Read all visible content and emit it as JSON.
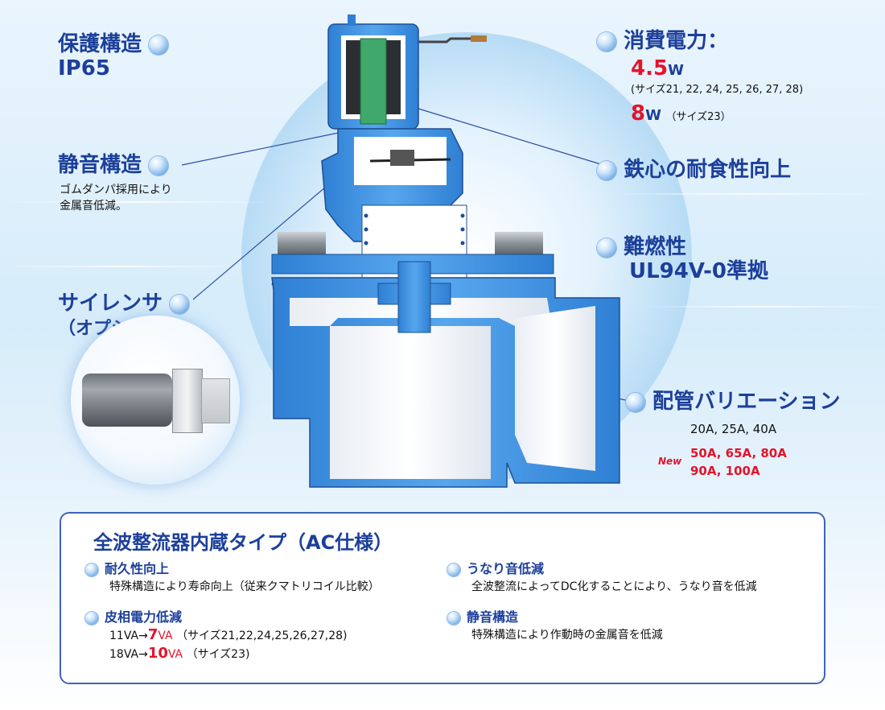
{
  "labels": {
    "protection": {
      "title": "保護構造",
      "value": "IP65"
    },
    "silent": {
      "title": "静音構造",
      "line1": "ゴムダンパ採用により",
      "line2": "金属音低減。"
    },
    "silencer": {
      "title": "サイレンサ",
      "sub": "（オプション）"
    },
    "power": {
      "title": "消費電力：",
      "value1": "4.5",
      "unit1": "W",
      "note1": "(サイズ21, 22, 24, 25, 26, 27, 28)",
      "value2": "8",
      "unit2": "W",
      "note2": "（サイズ23）"
    },
    "corrosion": {
      "title": "鉄心の耐食性向上"
    },
    "flame": {
      "title": "難燃性",
      "value": "UL94V-0準拠"
    },
    "piping": {
      "title": "配管バリエーション",
      "standard": "20A, 25A, 40A",
      "new_badge": "New",
      "new_line1": "50A, 65A, 80A",
      "new_line2": "90A, 100A"
    }
  },
  "spec": {
    "title": "全波整流器内蔵タイプ（AC仕様）",
    "features": [
      {
        "head": "耐久性向上",
        "desc": "特殊構造により寿命向上（従来クマトリコイル比較）"
      },
      {
        "head": "皮相電力低減",
        "desc_lines": [
          {
            "pre": "11VA→",
            "value": "7",
            "unit": "VA",
            "note": "（サイズ21,22,24,25,26,27,28)"
          },
          {
            "pre": "18VA→",
            "value": "10",
            "unit": "VA",
            "note": "（サイズ23)"
          }
        ]
      },
      {
        "head": "うなり音低減",
        "desc": "全波整流によってDC化することにより、うなり音を低減"
      },
      {
        "head": "静音構造",
        "desc": "特殊構造により作動時の金属音を低減"
      }
    ]
  },
  "colors": {
    "accent": "#1c3f9a",
    "valve_body": "#3d8ede",
    "highlight_red": "#e3142c",
    "coil_green": "#3fa86a"
  }
}
